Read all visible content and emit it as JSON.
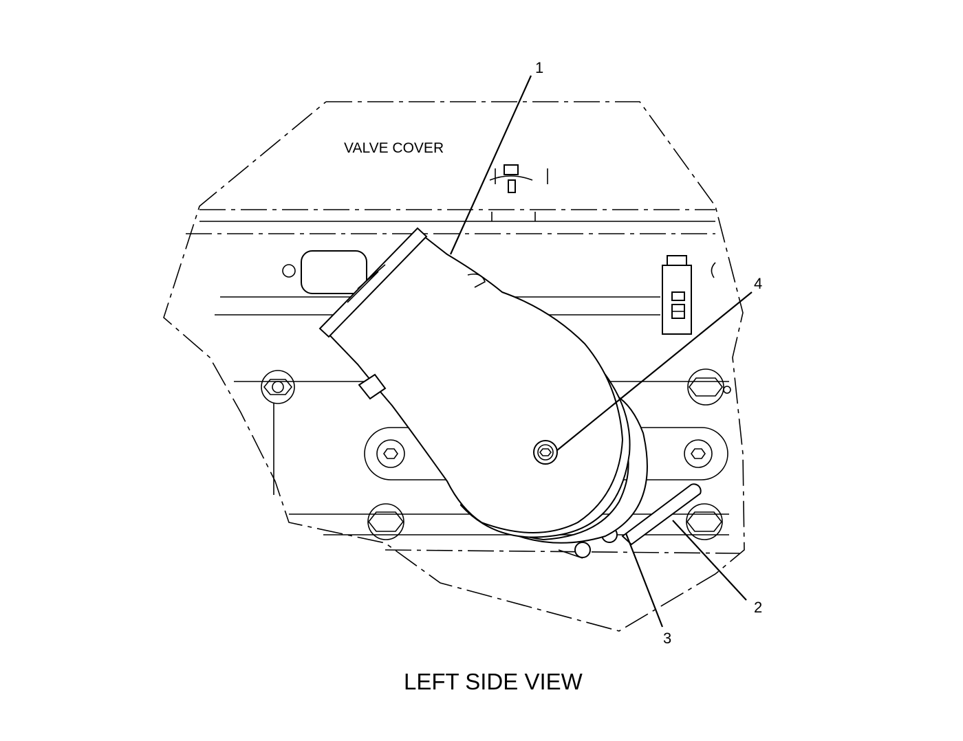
{
  "diagram": {
    "region_label": "VALVE COVER",
    "caption": "LEFT SIDE VIEW",
    "callouts": [
      "1",
      "2",
      "3",
      "4"
    ]
  }
}
